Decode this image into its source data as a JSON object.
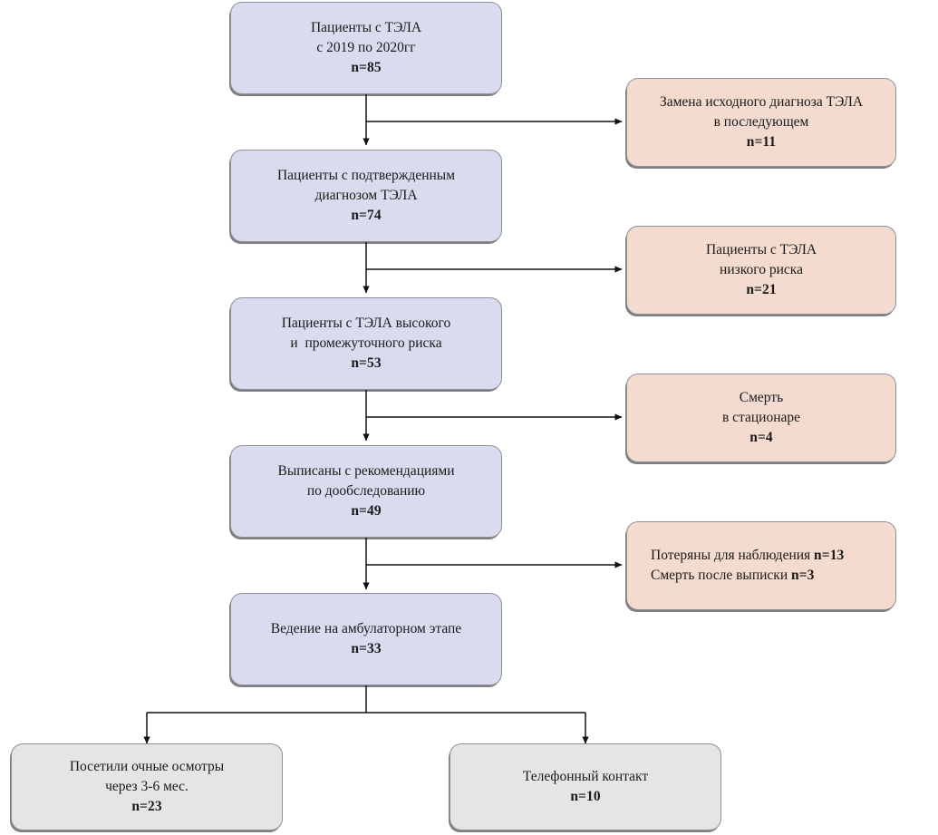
{
  "chart_data": {
    "type": "diagram",
    "title": "Patient flow diagram (CONSORT-style)",
    "language": "ru",
    "legend": {
      "main_color": "#d9dcee",
      "exclusion_color": "#f4dbd0",
      "terminal_color": "#e5e5e7"
    },
    "nodes": [
      {
        "id": "n1",
        "kind": "main",
        "lines": [
          "Пациенты с ТЭЛА",
          "с 2019 по 2020гг"
        ],
        "count_label": "n=85",
        "count": 85
      },
      {
        "id": "x1",
        "kind": "side",
        "lines": [
          "Замена исходного диагноза ТЭЛА",
          "в последующем"
        ],
        "count_label": "n=11",
        "count": 11
      },
      {
        "id": "n2",
        "kind": "main",
        "lines": [
          "Пациенты с подтвержденным",
          "диагнозом ТЭЛА"
        ],
        "count_label": "n=74",
        "count": 74
      },
      {
        "id": "x2",
        "kind": "side",
        "lines": [
          "Пациенты с ТЭЛА",
          "низкого риска"
        ],
        "count_label": "n=21",
        "count": 21
      },
      {
        "id": "n3",
        "kind": "main",
        "lines": [
          "Пациенты с ТЭЛА высокого",
          "и  промежуточного риска"
        ],
        "count_label": "n=53",
        "count": 53
      },
      {
        "id": "x3",
        "kind": "side",
        "lines": [
          "Смерть",
          "в стационаре"
        ],
        "count_label": "n=4",
        "count": 4
      },
      {
        "id": "n4",
        "kind": "main",
        "lines": [
          "Выписаны с рекомендациями",
          "по дообследованию"
        ],
        "count_label": "n=49",
        "count": 49
      },
      {
        "id": "x4",
        "kind": "side-inline",
        "lines": [
          "Потеряны для наблюдения ",
          "Смерть после выписки "
        ],
        "inline_counts": [
          "n=13",
          "n=3"
        ],
        "counts": [
          13,
          3
        ]
      },
      {
        "id": "n5",
        "kind": "main",
        "lines": [
          "Ведение на амбулаторном этапе"
        ],
        "count_label": "n=33",
        "count": 33
      },
      {
        "id": "t1",
        "kind": "term",
        "lines": [
          "Посетили очные осмотры",
          "через 3-6 мес."
        ],
        "count_label": "n=23",
        "count": 23
      },
      {
        "id": "t2",
        "kind": "term",
        "lines": [
          "Телефонный контакт"
        ],
        "count_label": "n=10",
        "count": 10
      }
    ],
    "edges": [
      {
        "from": "n1",
        "to": "n2",
        "type": "vertical"
      },
      {
        "from": "n1",
        "to": "x1",
        "type": "branch-right"
      },
      {
        "from": "n2",
        "to": "n3",
        "type": "vertical"
      },
      {
        "from": "n2",
        "to": "x2",
        "type": "branch-right"
      },
      {
        "from": "n3",
        "to": "n4",
        "type": "vertical"
      },
      {
        "from": "n3",
        "to": "x3",
        "type": "branch-right"
      },
      {
        "from": "n4",
        "to": "n5",
        "type": "vertical"
      },
      {
        "from": "n4",
        "to": "x4",
        "type": "branch-right"
      },
      {
        "from": "n5",
        "to": "t1",
        "type": "fork-left"
      },
      {
        "from": "n5",
        "to": "t2",
        "type": "fork-right"
      }
    ]
  },
  "nodes": {
    "n1": {
      "l0": "Пациенты с ТЭЛА",
      "l1": "с 2019 по 2020гг",
      "n": "n=85"
    },
    "x1": {
      "l0": "Замена исходного диагноза ТЭЛА",
      "l1": "в последующем",
      "n": "n=11"
    },
    "n2": {
      "l0": "Пациенты с подтвержденным",
      "l1": "диагнозом ТЭЛА",
      "n": "n=74"
    },
    "x2": {
      "l0": "Пациенты с ТЭЛА",
      "l1": "низкого риска",
      "n": "n=21"
    },
    "n3": {
      "l0": "Пациенты с ТЭЛА высокого",
      "l1": "и  промежуточного риска",
      "n": "n=53"
    },
    "x3": {
      "l0": "Смерть",
      "l1": "в стационаре",
      "n": "n=4"
    },
    "n4": {
      "l0": "Выписаны с рекомендациями",
      "l1": "по дообследованию",
      "n": "n=49"
    },
    "x4": {
      "l0": "Потеряны для наблюдения ",
      "n0": "n=13",
      "l1": "Смерть после выписки ",
      "n1": "n=3"
    },
    "n5": {
      "l0": "Ведение на амбулаторном этапе",
      "n": "n=33"
    },
    "t1": {
      "l0": "Посетили очные осмотры",
      "l1": "через 3-6 мес.",
      "n": "n=23"
    },
    "t2": {
      "l0": "Телефонный контакт",
      "n": "n=10"
    }
  }
}
